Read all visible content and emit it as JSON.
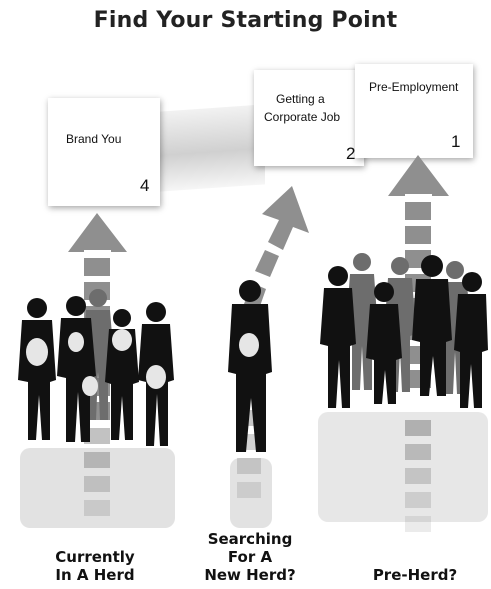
{
  "title": "Find Your Starting Point",
  "cards": [
    {
      "label": "Brand You",
      "number": "4"
    },
    {
      "label_line1": "Getting a",
      "label_line2": "Corporate Job",
      "number": "2"
    },
    {
      "label": "Pre-Employment",
      "number": "1"
    }
  ],
  "groups": [
    {
      "line1": "Currently",
      "line2": "In A Herd"
    },
    {
      "line1": "Searching",
      "line2": "For A",
      "line3": "New Herd?"
    },
    {
      "line1": "Pre-Herd?"
    }
  ],
  "colors": {
    "arrow": "#8f8f8f",
    "silhouette": "#111111",
    "silhouette_back": "#6d6d6d",
    "face": "#e6e6e6",
    "text": "#111111"
  }
}
